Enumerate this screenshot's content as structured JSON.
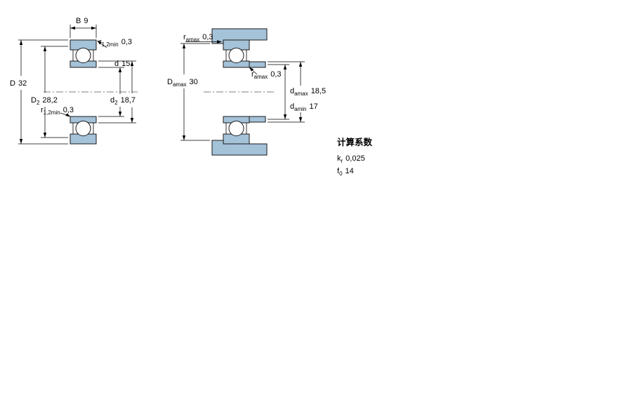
{
  "figure": {
    "left_view": {
      "dims": {
        "B": {
          "sym": "B",
          "value": "9"
        },
        "r12_top": {
          "sym": "r",
          "sub": "1,2min",
          "value": "0,3"
        },
        "D": {
          "sym": "D",
          "value": "32"
        },
        "D2": {
          "sym": "D",
          "sub": "2",
          "value": "28,2"
        },
        "d": {
          "sym": "d",
          "value": "15"
        },
        "d2": {
          "sym": "d",
          "sub": "2",
          "value": "18,7"
        },
        "r12_bot": {
          "sym": "r",
          "sub": "1,2min",
          "value": "0,3"
        }
      }
    },
    "right_view": {
      "dims": {
        "ra_top": {
          "sym": "r",
          "sub": "amax",
          "value": "0,3"
        },
        "Da": {
          "sym": "D",
          "sub": "amax",
          "value": "30"
        },
        "ra_mid": {
          "sym": "r",
          "sub": "amax",
          "value": "0,3"
        },
        "da_max": {
          "sym": "d",
          "sub": "amax",
          "value": "18,5"
        },
        "da_min": {
          "sym": "d",
          "sub": "amin",
          "value": "17"
        }
      }
    }
  },
  "calculation_factors": {
    "heading": "计算系数",
    "rows": [
      {
        "sym": "k",
        "sub": "r",
        "value": "0,025"
      },
      {
        "sym": "f",
        "sub": "0",
        "value": "14"
      }
    ]
  },
  "colors": {
    "section_fill": "#a4c2d8",
    "line": "#000000",
    "background": "#ffffff"
  }
}
